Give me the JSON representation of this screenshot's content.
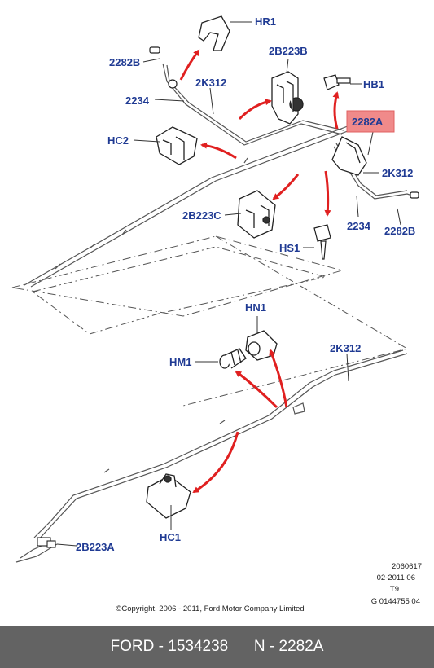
{
  "labels": {
    "hr1": "HR1",
    "l2282b_top": "2282B",
    "l2b223b": "2B223B",
    "hb1": "HB1",
    "l2k312_top": "2K312",
    "l2234_top": "2234",
    "l2282a": "2282A",
    "hc2": "HC2",
    "l2k312_right": "2K312",
    "l2b223c": "2B223C",
    "l2234_right": "2234",
    "l2282b_right": "2282B",
    "hs1": "HS1",
    "hn1": "HN1",
    "hm1": "HM1",
    "l2k312_mid": "2K312",
    "hc1": "HC1",
    "l2b223a": "2B223A"
  },
  "meta": {
    "line1": "2060617",
    "line2": "02-2011 06",
    "line3": "T9",
    "line4": "G 0144755 04",
    "copyright": "©Copyright, 2006 - 2011, Ford Motor Company Limited"
  },
  "footer": {
    "brand": "FORD",
    "sep1": " - ",
    "part_number": "1534238",
    "gap": "      ",
    "ref": "N - 2282A"
  },
  "colors": {
    "label": "#1f3a93",
    "arrow": "#e02020",
    "highlight": "#f08a8a",
    "footer_bg": "#636363"
  }
}
